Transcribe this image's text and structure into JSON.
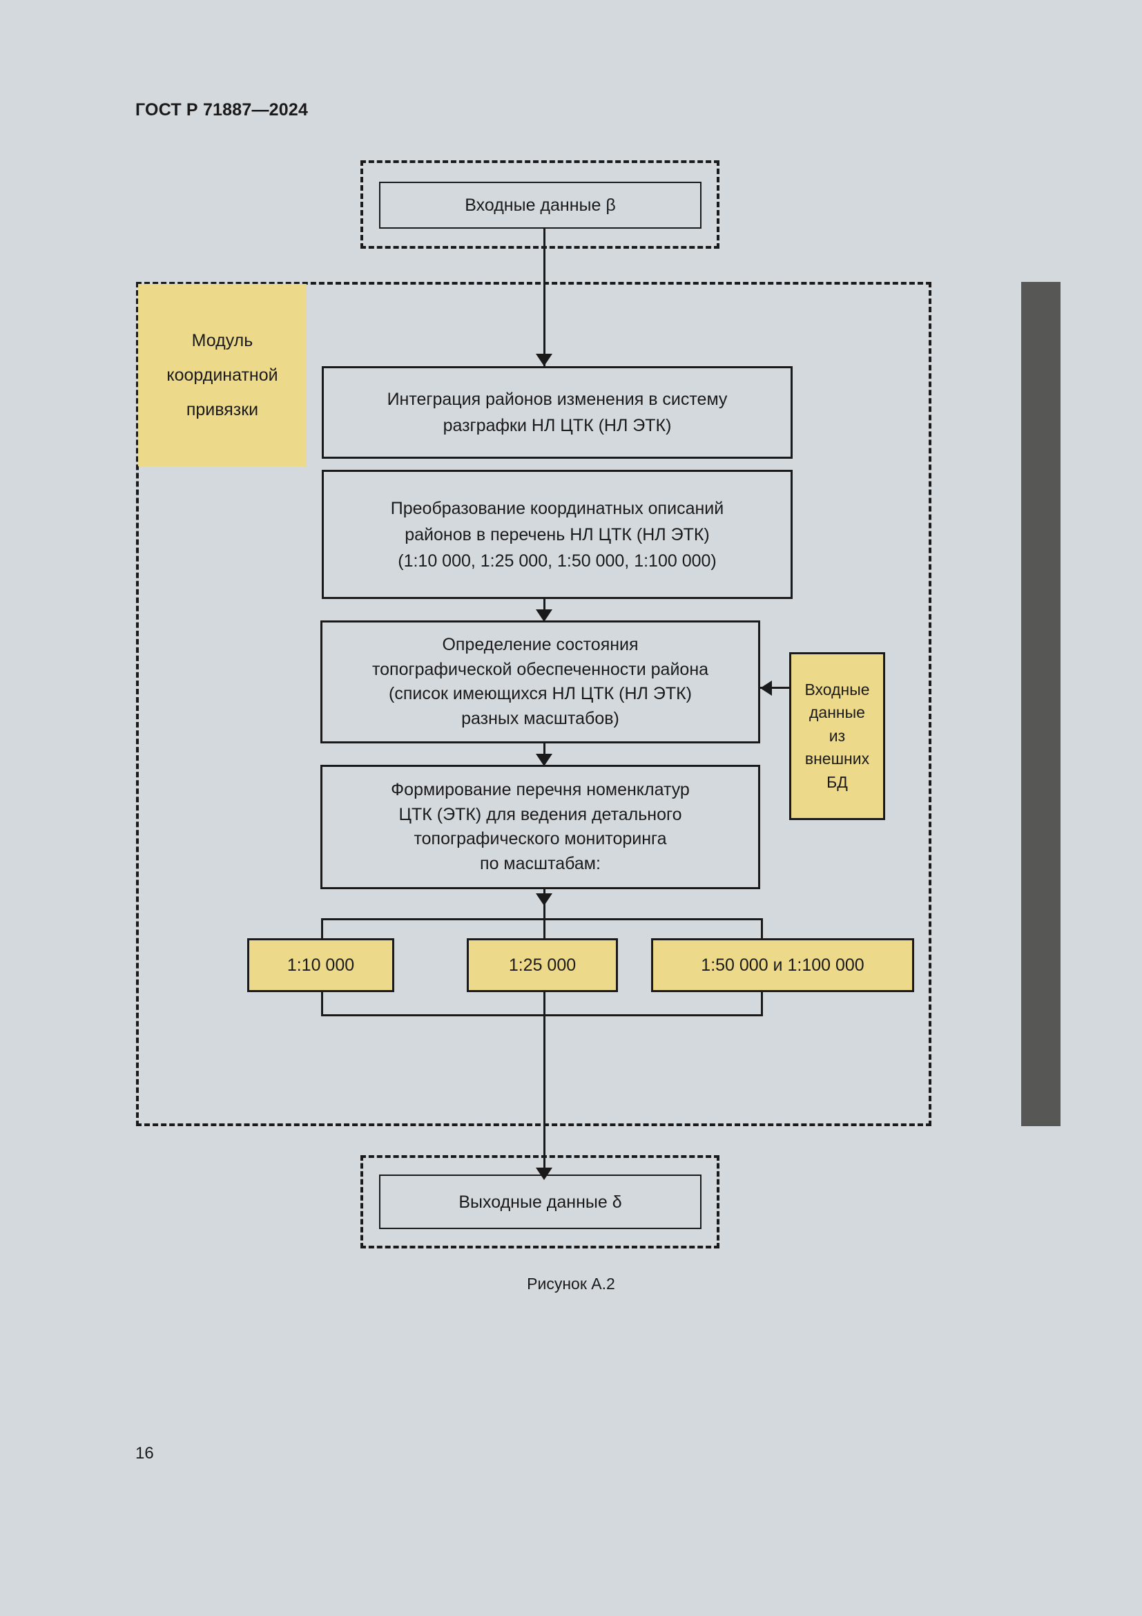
{
  "document": {
    "header": "ГОСТ Р 71887—2024",
    "page_number": "16",
    "figure_caption": "Рисунок А.2"
  },
  "colors": {
    "page_background": "#d4d9dd",
    "highlight_yellow": "#edd98a",
    "line": "#1a1a1a",
    "side_bar": "#575756"
  },
  "diagram": {
    "input_node": {
      "label": "Входные данные β"
    },
    "output_node": {
      "label": "Выходные данные δ"
    },
    "module_label": {
      "line1": "Модуль",
      "line2": "координатной",
      "line3": "привязки"
    },
    "external_db_node": {
      "line1": "Входные",
      "line2": "данные",
      "line3": "из",
      "line4": "внешних",
      "line5": "БД"
    },
    "steps": [
      {
        "id": "integration",
        "line1": "Интеграция районов изменения в систему",
        "line2": "разграфки НЛ ЦТК (НЛ ЭТК)"
      },
      {
        "id": "conversion",
        "line1": "Преобразование координатных описаний",
        "line2": "районов в перечень НЛ ЦТК (НЛ ЭТК)",
        "line3": "(1:10 000, 1:25 000, 1:50 000, 1:100 000)"
      },
      {
        "id": "state-determination",
        "line1": "Определение состояния",
        "line2": "топографической обеспеченности района",
        "line3": "(список имеющихся НЛ ЦТК (НЛ ЭТК)",
        "line4": "разных масштабов)"
      },
      {
        "id": "nomenclature-list",
        "line1": "Формирование перечня номенклатур",
        "line2": "ЦТК (ЭТК) для ведения детального",
        "line3": "топографического мониторинга",
        "line4": "по масштабам:"
      }
    ],
    "scale_branches": [
      {
        "label": "1:10 000"
      },
      {
        "label": "1:25 000"
      },
      {
        "label": "1:50 000 и 1:100 000"
      }
    ]
  }
}
